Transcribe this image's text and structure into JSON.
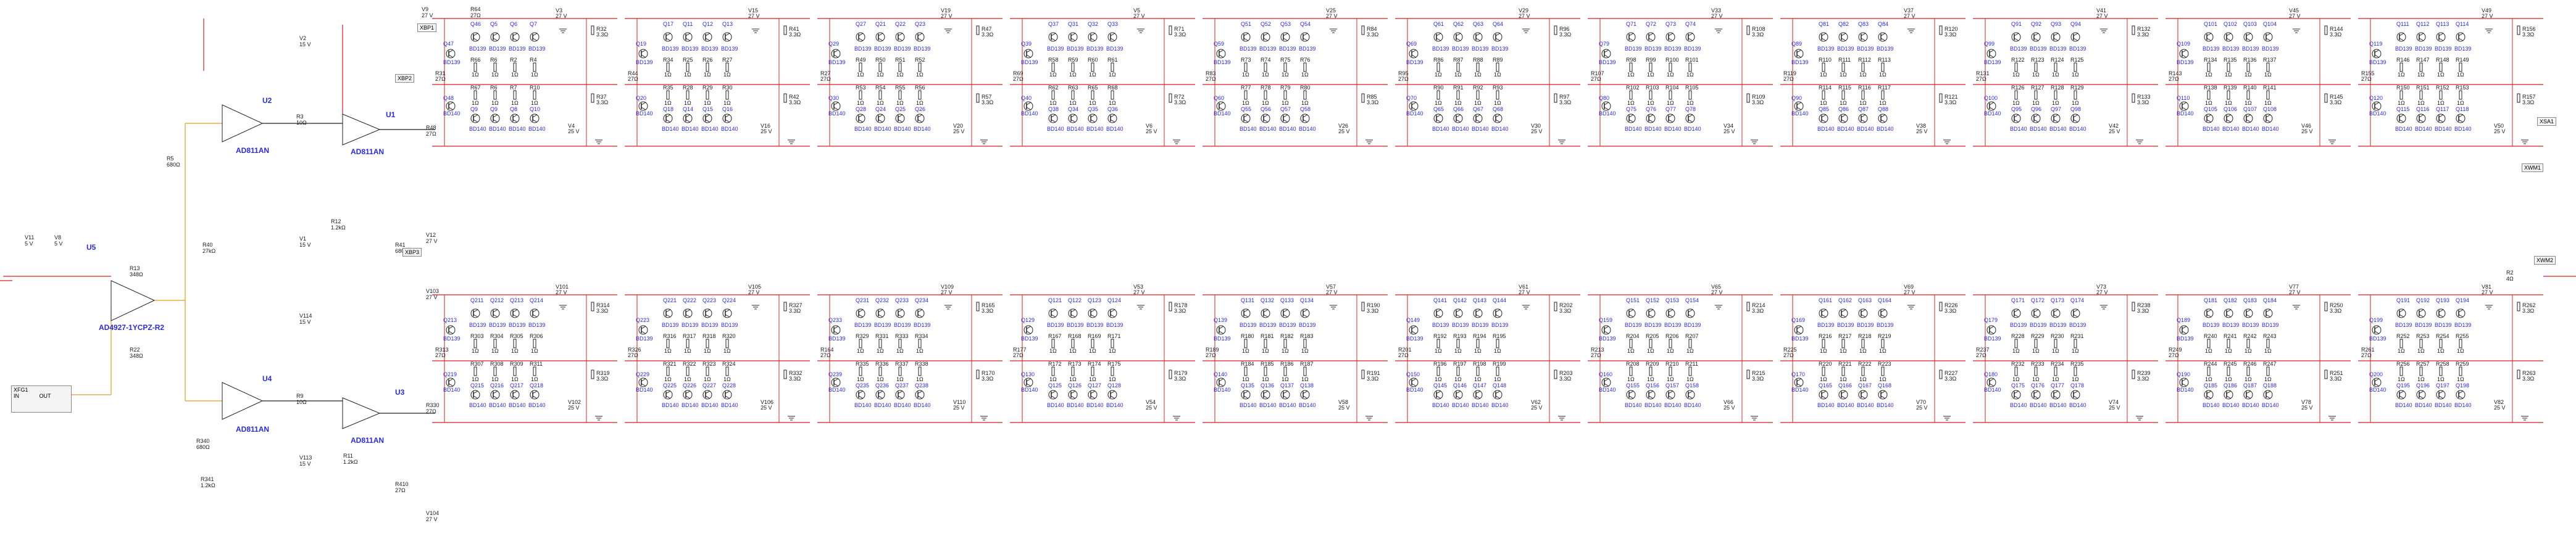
{
  "colors": {
    "wire_red": "#d42020",
    "wire_black": "#202020",
    "wire_orange": "#e0a020",
    "wire_green": "#2e9a2e",
    "text_blue": "#2a2ad8",
    "text_black": "#1a1a1a"
  },
  "opamps": [
    {
      "name": "U2",
      "part": "AD811AN"
    },
    {
      "name": "U1",
      "part": "AD811AN"
    },
    {
      "name": "U5",
      "part": "AD4927-1YCPZ-R2"
    },
    {
      "name": "U4",
      "part": "AD811AN"
    },
    {
      "name": "U3",
      "part": "AD811AN"
    }
  ],
  "instruments": {
    "xbp1": "XBP1",
    "xbp2": "XBP2",
    "xbp3": "XBP3",
    "xwm1": "XWM1",
    "xwm2": "XWM2",
    "xsa1": "XSA1",
    "xfg1": "XFG1",
    "in_label": "IN",
    "out_label": "OUT"
  },
  "front_parts": {
    "v9": [
      "V9",
      "27 V"
    ],
    "r64": [
      "R64",
      "27Ω"
    ],
    "v2": [
      "V2",
      "15 V"
    ],
    "r3": [
      "R3",
      "10Ω"
    ],
    "r5": [
      "R5",
      "680Ω"
    ],
    "r12": [
      "R12",
      "1.2kΩ"
    ],
    "v1": [
      "V1",
      "15 V"
    ],
    "r48": [
      "R48",
      "27Ω"
    ],
    "r40": [
      "R40",
      "27kΩ"
    ],
    "v11": [
      "V11",
      "5 V"
    ],
    "v8": [
      "V8",
      "5 V"
    ],
    "r13": [
      "R13",
      "348Ω"
    ],
    "r22": [
      "R22",
      "348Ω"
    ],
    "v12": [
      "V12",
      "27 V"
    ],
    "r41": [
      "R41",
      "680Ω"
    ],
    "r9": [
      "R9",
      "10Ω"
    ],
    "r11": [
      "R11",
      "1.2kΩ"
    ],
    "v114": [
      "V114",
      "15 V"
    ],
    "v113": [
      "V113",
      "15 V"
    ],
    "r340": [
      "R340",
      "680Ω"
    ],
    "r341": [
      "R341",
      "1.2kΩ"
    ],
    "v103": [
      "V103",
      "27 V"
    ],
    "v104": [
      "V104",
      "27 V"
    ],
    "r330": [
      "R330",
      "27Ω"
    ],
    "r410": [
      "R410",
      "27Ω"
    ],
    "r2": [
      "R2",
      "4Ω"
    ]
  },
  "top_stages": [
    {
      "top_q": [
        "Q46",
        "Q5",
        "Q6",
        "Q7"
      ],
      "top_r": [
        "R66",
        "R6",
        "R2",
        "R4"
      ],
      "bot_r": [
        "R67",
        "R6",
        "R7",
        "R10"
      ],
      "bot_q": [
        "Q9",
        "Q9",
        "Q8",
        "Q10"
      ],
      "sup": [
        "V3",
        "V4"
      ],
      "emit": [
        "R32",
        "R37"
      ],
      "drv": [
        "Q47",
        "Q48"
      ],
      "bias": "R31",
      "col": "BD139",
      "col2": "BD140"
    },
    {
      "top_q": [
        "Q17",
        "Q11",
        "Q12",
        "Q13"
      ],
      "top_r": [
        "R34",
        "R25",
        "R26",
        "R27"
      ],
      "bot_r": [
        "R35",
        "R28",
        "R29",
        "R30"
      ],
      "bot_q": [
        "Q18",
        "Q14",
        "Q15",
        "Q16"
      ],
      "sup": [
        "V15",
        "V16"
      ],
      "emit": [
        "R41",
        "R42"
      ],
      "drv": [
        "Q19",
        "Q20"
      ],
      "bias": "R44",
      "col": "BD139",
      "col2": "BD140"
    },
    {
      "top_q": [
        "Q27",
        "Q21",
        "Q22",
        "Q23"
      ],
      "top_r": [
        "R49",
        "R50",
        "R51",
        "R52"
      ],
      "bot_r": [
        "R53",
        "R54",
        "R55",
        "R56"
      ],
      "bot_q": [
        "Q28",
        "Q24",
        "Q25",
        "Q26"
      ],
      "sup": [
        "V19",
        "V20"
      ],
      "emit": [
        "R47",
        "R57"
      ],
      "drv": [
        "Q29",
        "Q30"
      ],
      "bias": "R27",
      "col": "BD139",
      "col2": "BD140"
    },
    {
      "top_q": [
        "Q37",
        "Q31",
        "Q32",
        "Q33"
      ],
      "top_r": [
        "R58",
        "R59",
        "R60",
        "R61"
      ],
      "bot_r": [
        "R62",
        "R63",
        "R65",
        "R68"
      ],
      "bot_q": [
        "Q38",
        "Q34",
        "Q35",
        "Q36"
      ],
      "sup": [
        "V5",
        "V6"
      ],
      "emit": [
        "R71",
        "R72"
      ],
      "drv": [
        "Q39",
        "Q40"
      ],
      "bias": "R69",
      "col": "BD139",
      "col2": "BD140"
    },
    {
      "top_q": [
        "Q51",
        "Q52",
        "Q53",
        "Q54"
      ],
      "top_r": [
        "R73",
        "R74",
        "R75",
        "R76"
      ],
      "bot_r": [
        "R77",
        "R78",
        "R79",
        "R80"
      ],
      "bot_q": [
        "Q55",
        "Q56",
        "Q57",
        "Q58"
      ],
      "sup": [
        "V25",
        "V26"
      ],
      "emit": [
        "R84",
        "R85"
      ],
      "drv": [
        "Q59",
        "Q60"
      ],
      "bias": "R83",
      "col": "BD139",
      "col2": "BD140"
    },
    {
      "top_q": [
        "Q61",
        "Q62",
        "Q63",
        "Q64"
      ],
      "top_r": [
        "R86",
        "R87",
        "R88",
        "R89"
      ],
      "bot_r": [
        "R90",
        "R91",
        "R92",
        "R93"
      ],
      "bot_q": [
        "Q65",
        "Q66",
        "Q67",
        "Q68"
      ],
      "sup": [
        "V29",
        "V30"
      ],
      "emit": [
        "R96",
        "R97"
      ],
      "drv": [
        "Q69",
        "Q70"
      ],
      "bias": "R95",
      "col": "BD139",
      "col2": "BD140"
    },
    {
      "top_q": [
        "Q71",
        "Q72",
        "Q73",
        "Q74"
      ],
      "top_r": [
        "R98",
        "R99",
        "R100",
        "R101"
      ],
      "bot_r": [
        "R102",
        "R103",
        "R104",
        "R105"
      ],
      "bot_q": [
        "Q75",
        "Q76",
        "Q77",
        "Q78"
      ],
      "sup": [
        "V33",
        "V34"
      ],
      "emit": [
        "R108",
        "R109"
      ],
      "drv": [
        "Q79",
        "Q80"
      ],
      "bias": "R107",
      "col": "BD139",
      "col2": "BD140"
    },
    {
      "top_q": [
        "Q81",
        "Q82",
        "Q83",
        "Q84"
      ],
      "top_r": [
        "R110",
        "R111",
        "R112",
        "R113"
      ],
      "bot_r": [
        "R114",
        "R115",
        "R116",
        "R117"
      ],
      "bot_q": [
        "Q85",
        "Q86",
        "Q87",
        "Q88"
      ],
      "sup": [
        "V37",
        "V38"
      ],
      "emit": [
        "R120",
        "R121"
      ],
      "drv": [
        "Q89",
        "Q90"
      ],
      "bias": "R119",
      "col": "BD139",
      "col2": "BD140"
    },
    {
      "top_q": [
        "Q91",
        "Q92",
        "Q93",
        "Q94"
      ],
      "top_r": [
        "R122",
        "R123",
        "R124",
        "R125"
      ],
      "bot_r": [
        "R126",
        "R127",
        "R128",
        "R129"
      ],
      "bot_q": [
        "Q95",
        "Q96",
        "Q97",
        "Q98"
      ],
      "sup": [
        "V41",
        "V42"
      ],
      "emit": [
        "R132",
        "R133"
      ],
      "drv": [
        "Q99",
        "Q100"
      ],
      "bias": "R131",
      "col": "BD139",
      "col2": "BD140"
    },
    {
      "top_q": [
        "Q101",
        "Q102",
        "Q103",
        "Q104"
      ],
      "top_r": [
        "R134",
        "R135",
        "R136",
        "R137"
      ],
      "bot_r": [
        "R138",
        "R139",
        "R140",
        "R141"
      ],
      "bot_q": [
        "Q105",
        "Q106",
        "Q107",
        "Q108"
      ],
      "sup": [
        "V45",
        "V46"
      ],
      "emit": [
        "R144",
        "R145"
      ],
      "drv": [
        "Q109",
        "Q110"
      ],
      "bias": "R143",
      "col": "BD139",
      "col2": "BD140"
    },
    {
      "top_q": [
        "Q111",
        "Q112",
        "Q113",
        "Q114"
      ],
      "top_r": [
        "R146",
        "R147",
        "R148",
        "R149"
      ],
      "bot_r": [
        "R150",
        "R151",
        "R152",
        "R153"
      ],
      "bot_q": [
        "Q115",
        "Q116",
        "Q117",
        "Q118"
      ],
      "sup": [
        "V49",
        "V50"
      ],
      "emit": [
        "R156",
        "R157"
      ],
      "drv": [
        "Q119",
        "Q120"
      ],
      "bias": "R155",
      "col": "BD139",
      "col2": "BD140"
    }
  ],
  "bottom_stages": [
    {
      "top_q": [
        "Q211",
        "Q212",
        "Q213",
        "Q214"
      ],
      "top_r": [
        "R303",
        "R304",
        "R305",
        "R306"
      ],
      "bot_r": [
        "R307",
        "R308",
        "R309",
        "R311"
      ],
      "bot_q": [
        "Q215",
        "Q216",
        "Q217",
        "Q218"
      ],
      "sup": [
        "V101",
        "V102"
      ],
      "emit": [
        "R314",
        "R319"
      ],
      "drv": [
        "Q213",
        "Q219"
      ],
      "bias": "R313",
      "col": "BD139",
      "col2": "BD140"
    },
    {
      "top_q": [
        "Q221",
        "Q222",
        "Q223",
        "Q224"
      ],
      "top_r": [
        "R316",
        "R317",
        "R318",
        "R320"
      ],
      "bot_r": [
        "R321",
        "R322",
        "R323",
        "R324"
      ],
      "bot_q": [
        "Q225",
        "Q226",
        "Q227",
        "Q228"
      ],
      "sup": [
        "V105",
        "V106"
      ],
      "emit": [
        "R327",
        "R332"
      ],
      "drv": [
        "Q223",
        "Q229"
      ],
      "bias": "R326",
      "col": "BD139",
      "col2": "BD140"
    },
    {
      "top_q": [
        "Q231",
        "Q232",
        "Q233",
        "Q234"
      ],
      "top_r": [
        "R329",
        "R331",
        "R333",
        "R334"
      ],
      "bot_r": [
        "R335",
        "R336",
        "R337",
        "R338"
      ],
      "bot_q": [
        "Q235",
        "Q236",
        "Q237",
        "Q238"
      ],
      "sup": [
        "V109",
        "V110"
      ],
      "emit": [
        "R165",
        "R170"
      ],
      "drv": [
        "Q233",
        "Q239"
      ],
      "bias": "R164",
      "col": "BD139",
      "col2": "BD140"
    },
    {
      "top_q": [
        "Q121",
        "Q122",
        "Q123",
        "Q124"
      ],
      "top_r": [
        "R167",
        "R168",
        "R169",
        "R171"
      ],
      "bot_r": [
        "R172",
        "R173",
        "R174",
        "R175"
      ],
      "bot_q": [
        "Q125",
        "Q126",
        "Q127",
        "Q128"
      ],
      "sup": [
        "V53",
        "V54"
      ],
      "emit": [
        "R178",
        "R179"
      ],
      "drv": [
        "Q129",
        "Q130"
      ],
      "bias": "R177",
      "col": "BD139",
      "col2": "BD140"
    },
    {
      "top_q": [
        "Q131",
        "Q132",
        "Q133",
        "Q134"
      ],
      "top_r": [
        "R180",
        "R181",
        "R182",
        "R183"
      ],
      "bot_r": [
        "R184",
        "R185",
        "R186",
        "R187"
      ],
      "bot_q": [
        "Q135",
        "Q136",
        "Q137",
        "Q138"
      ],
      "sup": [
        "V57",
        "V58"
      ],
      "emit": [
        "R190",
        "R191"
      ],
      "drv": [
        "Q139",
        "Q140"
      ],
      "bias": "R189",
      "col": "BD139",
      "col2": "BD140"
    },
    {
      "top_q": [
        "Q141",
        "Q142",
        "Q143",
        "Q144"
      ],
      "top_r": [
        "R192",
        "R193",
        "R194",
        "R195"
      ],
      "bot_r": [
        "R196",
        "R197",
        "R198",
        "R199"
      ],
      "bot_q": [
        "Q145",
        "Q146",
        "Q147",
        "Q148"
      ],
      "sup": [
        "V61",
        "V62"
      ],
      "emit": [
        "R202",
        "R203"
      ],
      "drv": [
        "Q149",
        "Q150"
      ],
      "bias": "R201",
      "col": "BD139",
      "col2": "BD140"
    },
    {
      "top_q": [
        "Q151",
        "Q152",
        "Q153",
        "Q154"
      ],
      "top_r": [
        "R204",
        "R205",
        "R206",
        "R207"
      ],
      "bot_r": [
        "R208",
        "R209",
        "R210",
        "R211"
      ],
      "bot_q": [
        "Q155",
        "Q156",
        "Q157",
        "Q158"
      ],
      "sup": [
        "V65",
        "V66"
      ],
      "emit": [
        "R214",
        "R215"
      ],
      "drv": [
        "Q159",
        "Q160"
      ],
      "bias": "R213",
      "col": "BD139",
      "col2": "BD140"
    },
    {
      "top_q": [
        "Q161",
        "Q162",
        "Q163",
        "Q164"
      ],
      "top_r": [
        "R216",
        "R217",
        "R218",
        "R219"
      ],
      "bot_r": [
        "R220",
        "R221",
        "R222",
        "R223"
      ],
      "bot_q": [
        "Q165",
        "Q166",
        "Q167",
        "Q168"
      ],
      "sup": [
        "V69",
        "V70"
      ],
      "emit": [
        "R226",
        "R227"
      ],
      "drv": [
        "Q169",
        "Q170"
      ],
      "bias": "R225",
      "col": "BD139",
      "col2": "BD140"
    },
    {
      "top_q": [
        "Q171",
        "Q172",
        "Q173",
        "Q174"
      ],
      "top_r": [
        "R228",
        "R229",
        "R230",
        "R231"
      ],
      "bot_r": [
        "R232",
        "R233",
        "R234",
        "R235"
      ],
      "bot_q": [
        "Q175",
        "Q176",
        "Q177",
        "Q178"
      ],
      "sup": [
        "V73",
        "V74"
      ],
      "emit": [
        "R238",
        "R239"
      ],
      "drv": [
        "Q179",
        "Q180"
      ],
      "bias": "R237",
      "col": "BD139",
      "col2": "BD140"
    },
    {
      "top_q": [
        "Q181",
        "Q182",
        "Q183",
        "Q184"
      ],
      "top_r": [
        "R240",
        "R241",
        "R242",
        "R243"
      ],
      "bot_r": [
        "R244",
        "R245",
        "R246",
        "R247"
      ],
      "bot_q": [
        "Q185",
        "Q186",
        "Q187",
        "Q188"
      ],
      "sup": [
        "V77",
        "V78"
      ],
      "emit": [
        "R250",
        "R251"
      ],
      "drv": [
        "Q189",
        "Q190"
      ],
      "bias": "R249",
      "col": "BD139",
      "col2": "BD140"
    },
    {
      "top_q": [
        "Q191",
        "Q192",
        "Q193",
        "Q194"
      ],
      "top_r": [
        "R252",
        "R253",
        "R254",
        "R255"
      ],
      "bot_r": [
        "R256",
        "R257",
        "R258",
        "R259"
      ],
      "bot_q": [
        "Q195",
        "Q196",
        "Q197",
        "Q198"
      ],
      "sup": [
        "V81",
        "V82"
      ],
      "emit": [
        "R262",
        "R263"
      ],
      "drv": [
        "Q199",
        "Q200"
      ],
      "bias": "R261",
      "col": "BD139",
      "col2": "BD140"
    }
  ],
  "values": {
    "r_small": "1Ω",
    "r_emit": "3.3Ω",
    "r_bias": "27Ω",
    "v_sup": "27 V",
    "v_half": "25 V"
  }
}
